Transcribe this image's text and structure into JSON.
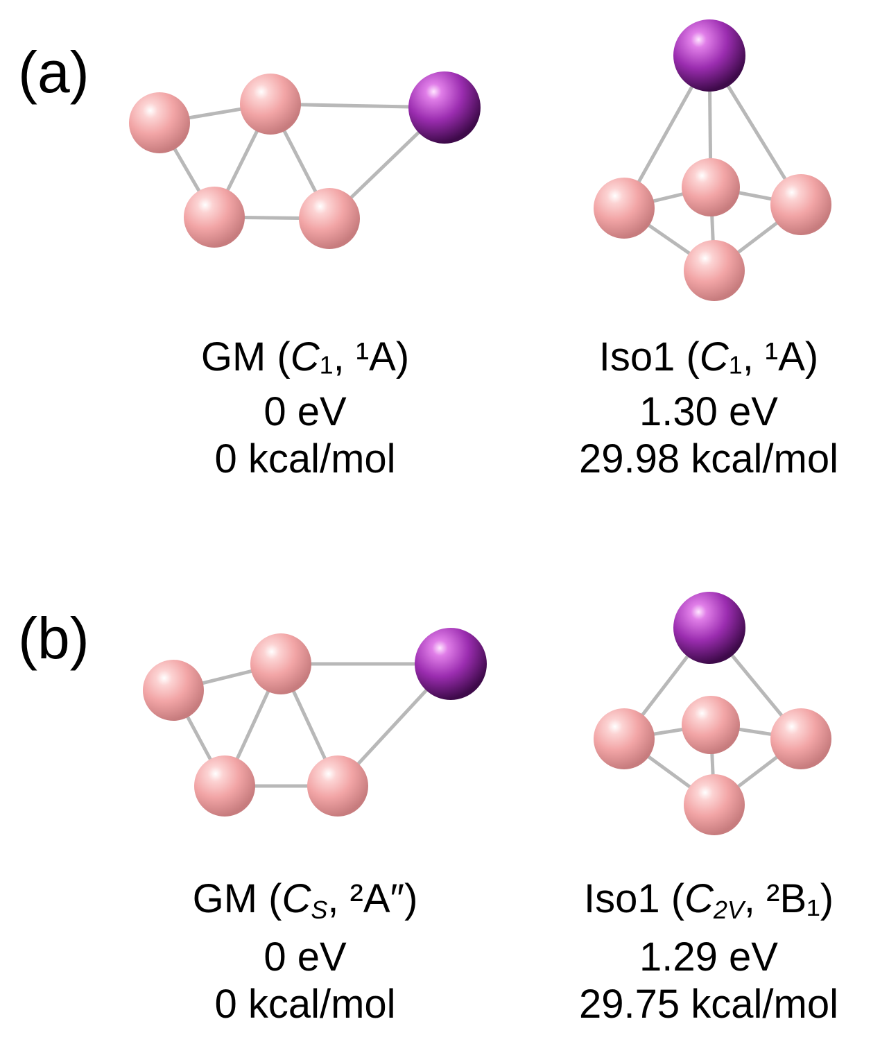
{
  "colors": {
    "boron": "#f4a6a8",
    "iodine": "#9b2db0",
    "bond": "#b8b8b8"
  },
  "panels": [
    {
      "label": "(a)",
      "gm": {
        "prefix": "GM (",
        "sym_main": "C",
        "sym_sub": "1",
        "mid": ", ",
        "state": "¹A",
        "suffix": ")",
        "energy_ev": "0 eV",
        "energy_kcal": "0 kcal/mol"
      },
      "iso": {
        "prefix": "Iso1 (",
        "sym_main": "C",
        "sym_sub": "1",
        "mid": ", ",
        "state": "¹A",
        "suffix": ")",
        "energy_ev": "1.30 eV",
        "energy_kcal": "29.98 kcal/mol"
      }
    },
    {
      "label": "(b)",
      "gm": {
        "prefix": "GM (",
        "sym_main": "C",
        "sym_sub": "S",
        "mid": ", ",
        "state": "²A″",
        "suffix": ")",
        "energy_ev": "0 eV",
        "energy_kcal": "0 kcal/mol"
      },
      "iso": {
        "prefix": "Iso1 (",
        "sym_main": "C",
        "sym_sub": "2V",
        "mid": ", ",
        "state": "²B₁",
        "suffix": ")",
        "energy_ev": "1.29 eV",
        "energy_kcal": "29.75 kcal/mol"
      }
    }
  ]
}
